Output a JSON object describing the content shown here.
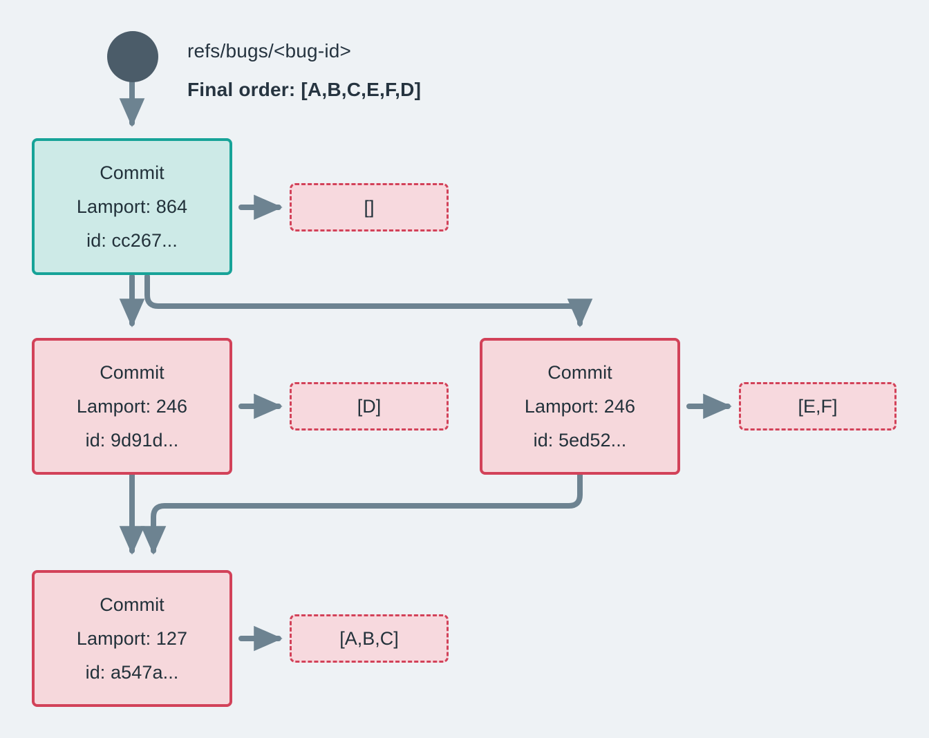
{
  "diagram": {
    "kind": "commit-dag",
    "background_color": "#eef2f5",
    "edge_color": "#6d8391",
    "root_node_color": "#4b5c69",
    "head_node": {
      "fill": "#cdeae7",
      "stroke": "#17a398"
    },
    "commit_node": {
      "fill": "#f6d8dc",
      "stroke": "#d24259"
    },
    "ops_node": {
      "fill": "#f7d9de",
      "stroke": "#d24259"
    },
    "header": {
      "ref_label": "refs/bugs/<bug-id>",
      "final_order_label": "Final order: [A,B,C,E,F,D]"
    },
    "commits": [
      {
        "key": "head",
        "title": "Commit",
        "lamport": "Lamport: 864",
        "id": "id: cc267...",
        "ops": "[]"
      },
      {
        "key": "left-mid",
        "title": "Commit",
        "lamport": "Lamport: 246",
        "id": "id: 9d91d...",
        "ops": "[D]"
      },
      {
        "key": "right-mid",
        "title": "Commit",
        "lamport": "Lamport: 246",
        "id": "id: 5ed52...",
        "ops": "[E,F]"
      },
      {
        "key": "bottom",
        "title": "Commit",
        "lamport": "Lamport: 127",
        "id": "id: a547a...",
        "ops": "[A,B,C]"
      }
    ]
  }
}
